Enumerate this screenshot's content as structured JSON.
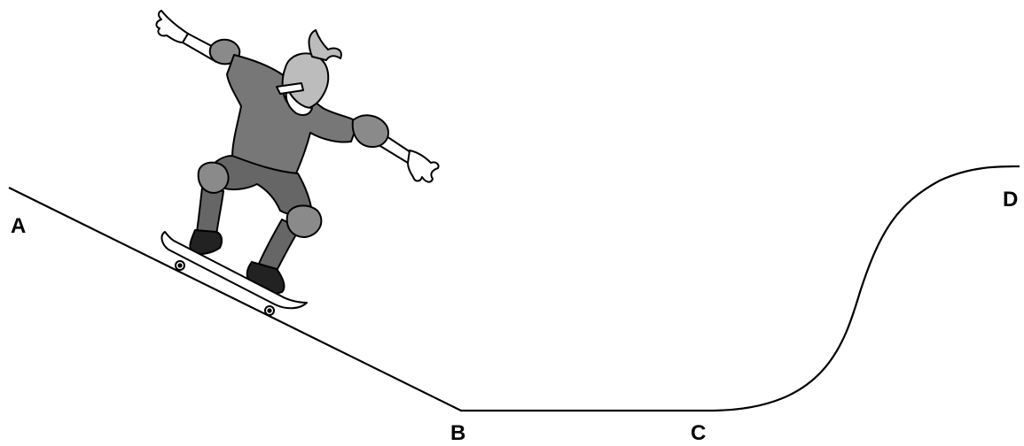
{
  "diagram": {
    "point_labels": {
      "a": "A",
      "b": "B",
      "c": "C",
      "d": "D"
    },
    "figure": "skateboarder-icon"
  },
  "colors": {
    "line": "#000000",
    "shirt": "#777777",
    "shorts": "#666666",
    "pads": "#8a8a8a",
    "skin": "#ffffff",
    "shoes": "#222222",
    "board": "#ffffff",
    "background": "#ffffff"
  }
}
